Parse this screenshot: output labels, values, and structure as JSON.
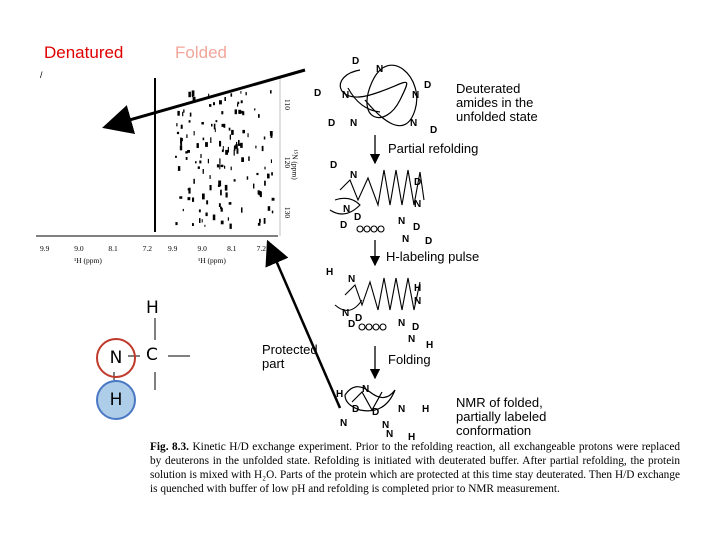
{
  "headers": {
    "denatured": "Denatured",
    "folded": "Folded",
    "denatured_color": "#e00000",
    "folded_color": "#f2a69a"
  },
  "spectrum": {
    "axis_ticks_left": [
      "9.9",
      "9.0",
      "8.1",
      "7.2"
    ],
    "axis_ticks_right": [
      "9.9",
      "9.0",
      "8.1",
      "7.2"
    ],
    "axis_label_left": "¹H (ppm)",
    "axis_label_right": "¹H (ppm)",
    "y_ticks": [
      "110",
      "120",
      "130"
    ],
    "y_label": "¹⁵N (ppm)"
  },
  "scheme": {
    "deuterated_label": "Deuterated amides in the unfolded state",
    "partial_refolding": "Partial refolding",
    "labeling_pulse": "H-labeling pulse",
    "protected_part": "Protected part",
    "folding": "Folding",
    "nmr_label": "NMR of folded, partially labeled conformation"
  },
  "amide": {
    "top_h": "H",
    "n": "N",
    "c": "C",
    "bottom_h": "H",
    "n_ring_color": "#c0392b",
    "h_ring_color": "#4a78c4",
    "h_fill_color": "#aecde8"
  },
  "caption": {
    "fig_label": "Fig. 8.3.",
    "text": "Kinetic H/D exchange experiment. Prior to the refolding reaction, all exchangeable protons were replaced by deuterons in the unfolded state. Refolding is initiated with deuterated buffer. After partial refolding, the protein solution is mixed with H₂O. Parts of the protein which are protected at this time stay deuterated. Then H/D exchange is quenched with buffer of low pH and refolding is completed prior to NMR measurement."
  }
}
